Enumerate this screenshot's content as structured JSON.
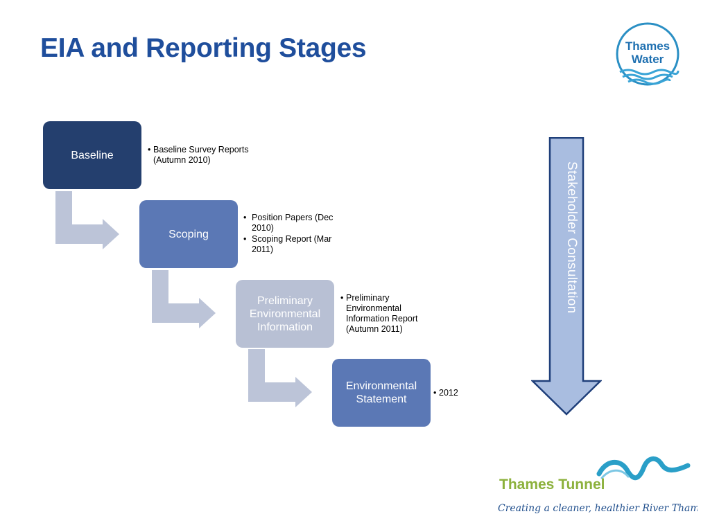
{
  "slide": {
    "title": "EIA and Reporting Stages"
  },
  "logos": {
    "thames_water": {
      "line1": "Thames",
      "line2": "Water"
    },
    "thames_tunnel": {
      "name": "Thames Tunnel",
      "tagline": "Creating a cleaner, healthier River Thames"
    }
  },
  "stages": [
    {
      "label": "Baseline",
      "bullets": [
        "Baseline Survey Reports (Autumn 2010)"
      ]
    },
    {
      "label": "Scoping",
      "bullets": [
        "Position Papers (Dec  2010)",
        "Scoping Report (Mar 2011)"
      ]
    },
    {
      "label": "Preliminary Environmental Information",
      "bullets": [
        "Preliminary Environmental Information Report (Autumn 2011)"
      ]
    },
    {
      "label": "Environmental Statement",
      "bullets": [
        "2012"
      ]
    }
  ],
  "consultation": {
    "label": "Stakeholder  Consultation"
  },
  "colors": {
    "title": "#1f4e9c",
    "stage_dark": "#243f6e",
    "stage_mid": "#5b78b5",
    "stage_light": "#b8c0d4",
    "connector": "#bcc4d8",
    "arrow_fill": "#a9bde0",
    "arrow_stroke": "#1f3f7a",
    "tunnel_green": "#8cb13c",
    "tunnel_blue": "#2a9fc8"
  }
}
